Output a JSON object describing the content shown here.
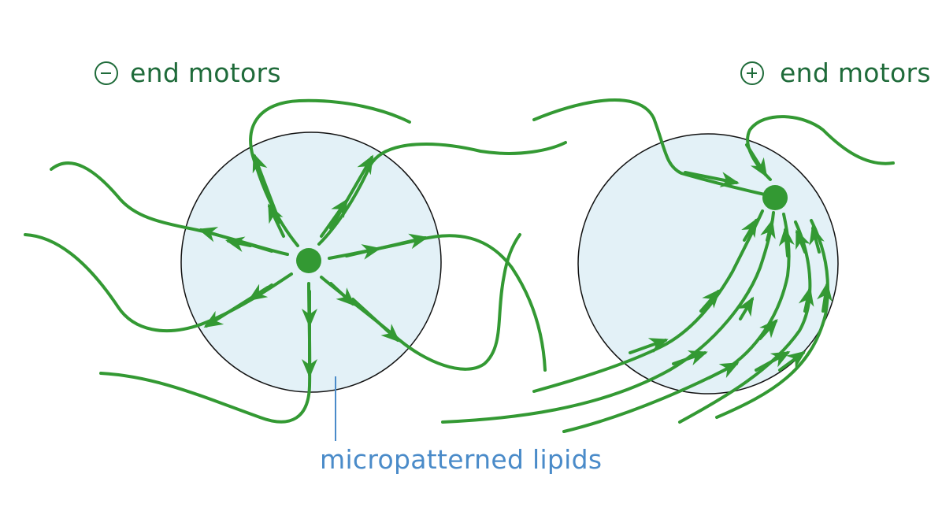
{
  "diagram": {
    "minus_label": "end motors",
    "plus_label": "end motors",
    "lipids_label": "micropatterned lipids",
    "minus_sign_icon": "circled-minus-icon",
    "plus_sign_icon": "circled-plus-icon"
  },
  "colors": {
    "filament": "#339933",
    "lipid_fill": "#e3f1f7",
    "lipid_outline": "#111111",
    "motor_text": "#1f6b3a",
    "lipid_text": "#4a8bc9"
  }
}
